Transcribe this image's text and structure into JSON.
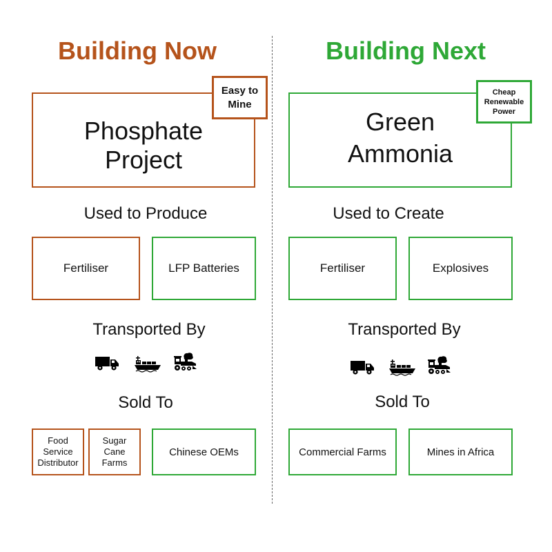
{
  "colors": {
    "orange": "#b5531b",
    "green": "#2ea836",
    "text": "#111111"
  },
  "left": {
    "title": "Building Now",
    "main_line1": "Phosphate",
    "main_line2": "Project",
    "badge_line1": "Easy to",
    "badge_line2": "Mine",
    "produce_heading": "Used to Produce",
    "products": [
      "Fertiliser",
      "LFP Batteries"
    ],
    "transport_heading": "Transported By",
    "transport_icons": [
      "truck-icon",
      "cargo-ship-icon",
      "train-icon"
    ],
    "sold_heading": "Sold To",
    "buyers": [
      {
        "lines": [
          "Food",
          "Service",
          "Distributor"
        ]
      },
      {
        "lines": [
          "Sugar",
          "Cane",
          "Farms"
        ]
      },
      {
        "lines": [
          "Chinese OEMs"
        ]
      }
    ]
  },
  "right": {
    "title": "Building Next",
    "main_line1": "Green",
    "main_line2": "Ammonia",
    "badge_line1": "Cheap",
    "badge_line2": "Renewable",
    "badge_line3": "Power",
    "create_heading": "Used to Create",
    "products": [
      "Fertiliser",
      "Explosives"
    ],
    "transport_heading": "Transported By",
    "transport_icons": [
      "truck-icon",
      "cargo-ship-icon",
      "train-icon"
    ],
    "sold_heading": "Sold To",
    "buyers": [
      "Commercial Farms",
      "Mines in Africa"
    ]
  }
}
